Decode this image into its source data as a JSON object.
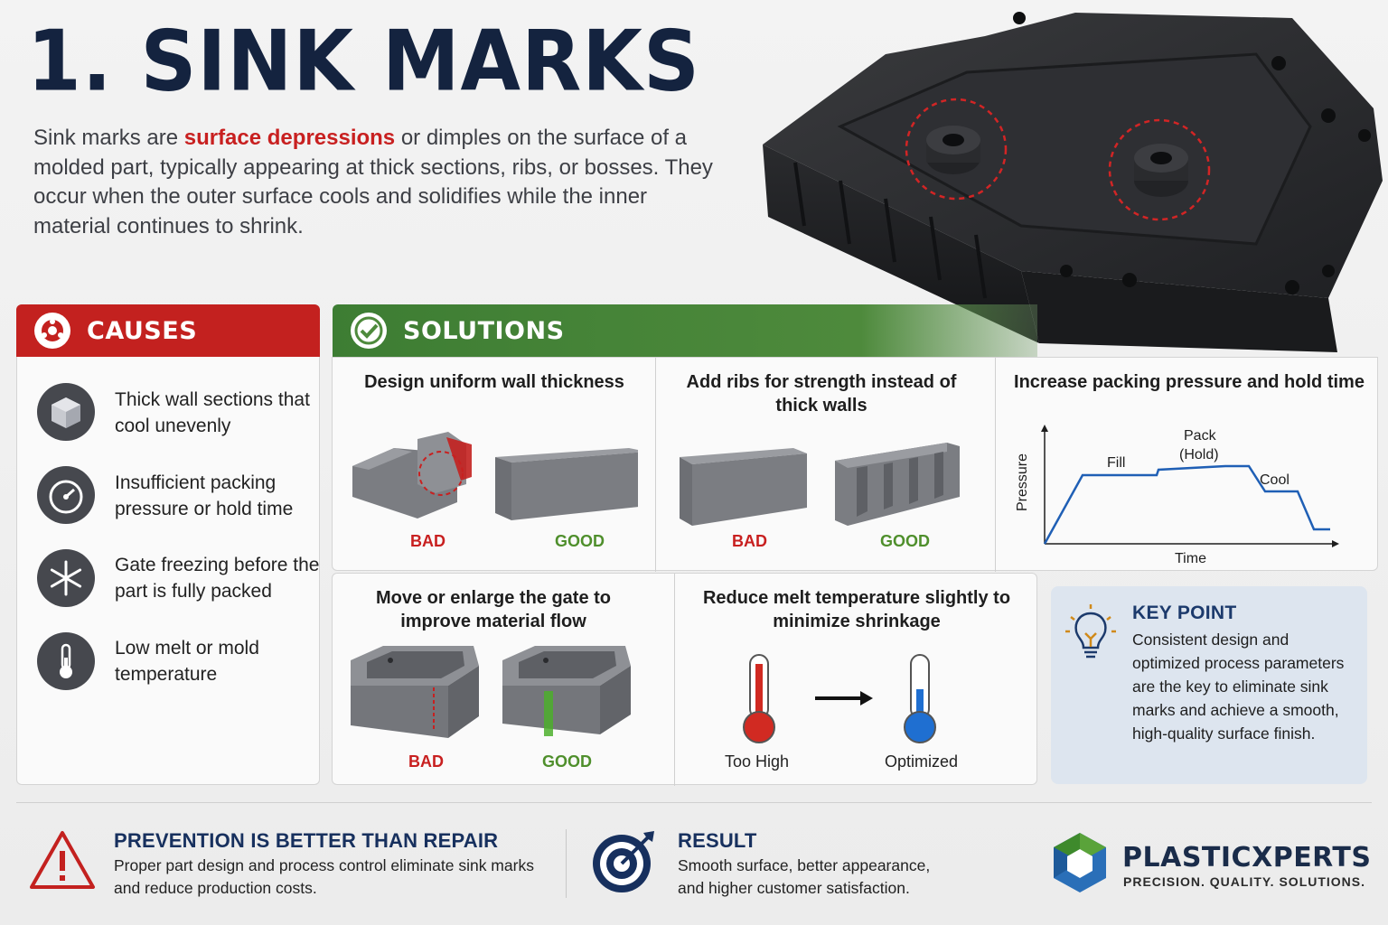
{
  "title": "1. SINK MARKS",
  "intro": {
    "before": "Sink marks are ",
    "highlight": "surface depressions",
    "after": " or dimples on the surface of a molded part, typically appearing at thick sections, ribs, or bosses. They occur when the outer surface cools and solidifies while the inner material continues to shrink."
  },
  "causes": {
    "heading": "CAUSES",
    "items": [
      {
        "icon": "cube-icon",
        "text": "Thick wall sections that cool unevenly"
      },
      {
        "icon": "gauge-icon",
        "text": "Insufficient packing pressure or hold time"
      },
      {
        "icon": "snowflake-icon",
        "text": "Gate freezing before the part is fully packed"
      },
      {
        "icon": "thermometer-icon",
        "text": "Low melt or mold temperature"
      }
    ]
  },
  "solutions": {
    "heading": "SOLUTIONS",
    "uniform_wall": {
      "title": "Design uniform wall thickness",
      "bad": "BAD",
      "good": "GOOD"
    },
    "ribs": {
      "title": "Add ribs for strength instead of thick walls",
      "bad": "BAD",
      "good": "GOOD"
    },
    "packing": {
      "title": "Increase packing pressure and hold time",
      "ylabel": "Pressure",
      "xlabel": "Time",
      "phase_fill": "Fill",
      "phase_pack": "Pack",
      "phase_hold": "(Hold)",
      "phase_cool": "Cool"
    },
    "gate": {
      "title": "Move or enlarge the gate to improve material flow",
      "bad": "BAD",
      "good": "GOOD"
    },
    "melt_temp": {
      "title": "Reduce melt temperature slightly to minimize shrinkage",
      "high": "Too High",
      "optimized": "Optimized"
    }
  },
  "key_point": {
    "title": "KEY POINT",
    "text": "Consistent design and optimized process parameters are the key to eliminate sink marks and achieve a smooth, high-quality surface finish."
  },
  "footer": {
    "prevention_title": "PREVENTION IS BETTER THAN REPAIR",
    "prevention_text": "Proper part design and process control eliminate sink marks and reduce production costs.",
    "result_title": "RESULT",
    "result_text": "Smooth surface, better appearance, and higher customer satisfaction.",
    "brand": "PLASTICXPERTS",
    "tagline": "PRECISION. QUALITY. SOLUTIONS."
  },
  "colors": {
    "navy": "#14233f",
    "red": "#c3211f",
    "green": "#4e8a3c",
    "blue_line": "#1f5fb5",
    "key_point_bg": "#dde5ef"
  }
}
